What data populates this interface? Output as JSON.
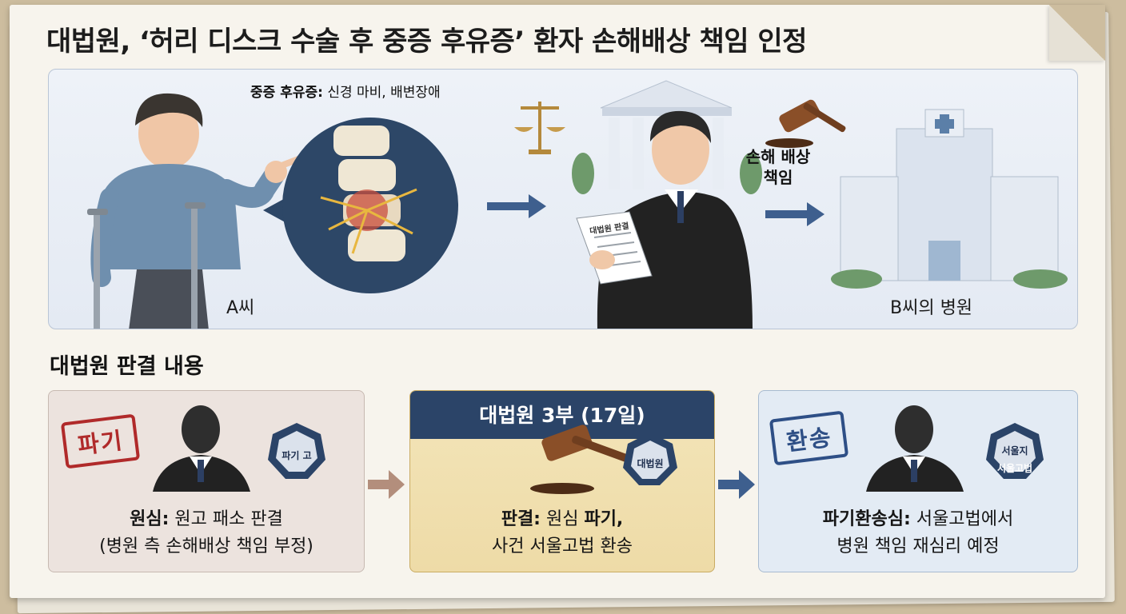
{
  "headline": "대법원, ‘허리 디스크 수술 후 중증 후유증’ 환자 손해배상 책임 인정",
  "scene": {
    "symptom_label": "중증 후유증:",
    "symptom_detail": " 신경 마비, 배변장애",
    "patient_label": "A씨",
    "hospital_label": "B씨의 병원",
    "damage_line1": "손해 배상",
    "damage_line2": "책임",
    "document_text": "대법원 판결"
  },
  "section_title": "대법원 판결 내용",
  "cards": [
    {
      "stamp": "파기",
      "seal": "파기 고",
      "label": "원심:",
      "text1_rest": " 원고 패소 판결",
      "text2": "(병원 측 손해배상 책임 부정)"
    },
    {
      "header": "대법원 3부 (17일)",
      "seal": "대법원",
      "label": "판결:",
      "text1_mid": " 원심 ",
      "text1_bold": "파기,",
      "text2": "사건 서울고법 환송"
    },
    {
      "stamp": "환송",
      "seal_top": "서울지",
      "seal_bottom": "서울고법",
      "label": "파기환송심:",
      "text1_rest": " 서울고법에서",
      "text2": "병원 책임 재심리 예정"
    }
  ],
  "colors": {
    "navy": "#2b4468",
    "stamp_red": "#b02a2a",
    "stamp_blue": "#2e4f86",
    "arrow_blue": "#3e5f8e",
    "arrow_tan": "#b38e7c"
  }
}
